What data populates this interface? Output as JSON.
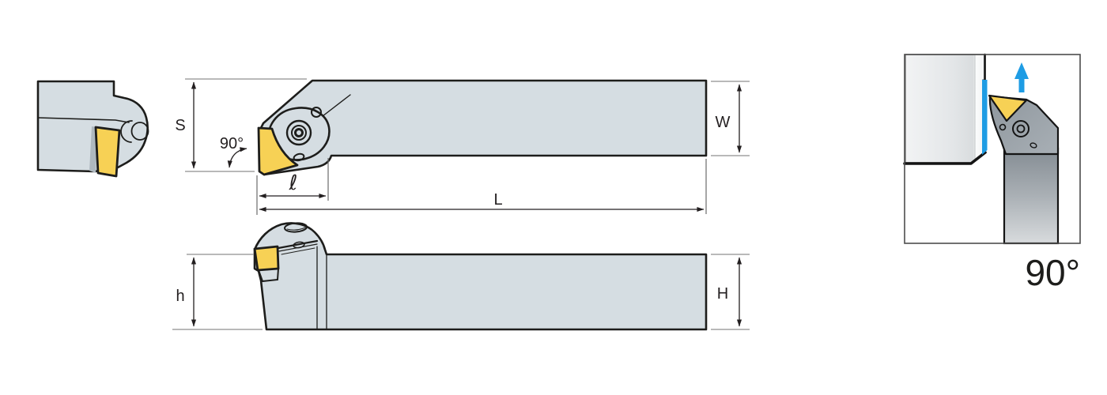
{
  "labels": {
    "S": "S",
    "angle_90": "90°",
    "ell": "ℓ",
    "L": "L",
    "W": "W",
    "h": "h",
    "H": "H"
  },
  "inset": {
    "angle_label": "90°"
  },
  "colors": {
    "body": "#d5dde2",
    "insert": "#f7d155",
    "outline": "#1d1d1b",
    "accent_blue": "#1e9ce4",
    "dimension_text": "#231f20",
    "seat": "#ecf0f2"
  }
}
